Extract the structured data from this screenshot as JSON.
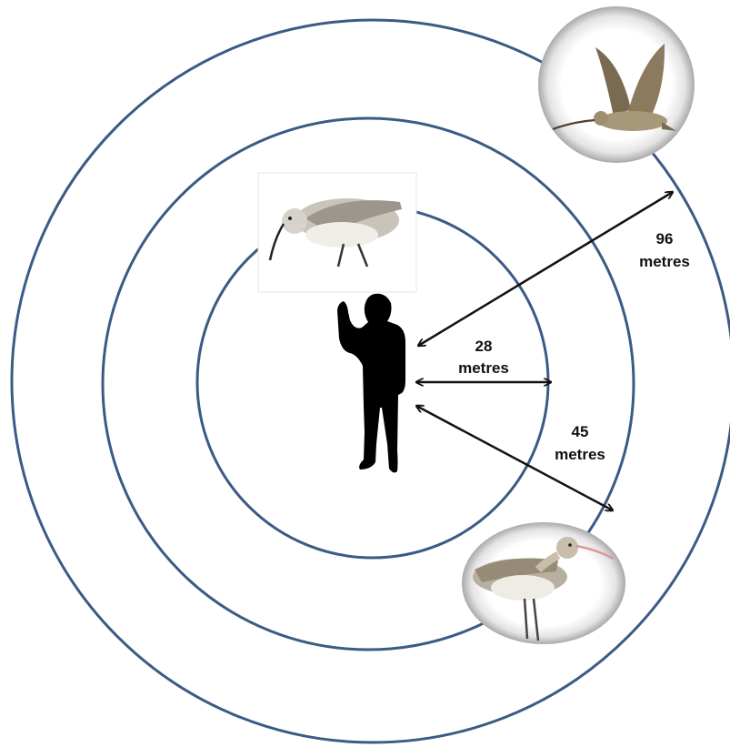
{
  "diagram": {
    "ring_color": "#3b5a85",
    "arrow_color": "#111111",
    "silhouette_color": "#000000",
    "rings": [
      {
        "id": "inner",
        "distance_value": "28",
        "distance_unit": "metres"
      },
      {
        "id": "middle",
        "distance_value": "45",
        "distance_unit": "metres"
      },
      {
        "id": "outer",
        "distance_value": "96",
        "distance_unit": "metres"
      }
    ],
    "center_figure": "person-silhouette-icon",
    "birds": [
      {
        "ring": "inner",
        "icon": "curlew-sandpiper-illustration"
      },
      {
        "ring": "middle",
        "icon": "bar-tailed-godwit-illustration"
      },
      {
        "ring": "outer",
        "icon": "eastern-curlew-flying-illustration"
      }
    ]
  }
}
